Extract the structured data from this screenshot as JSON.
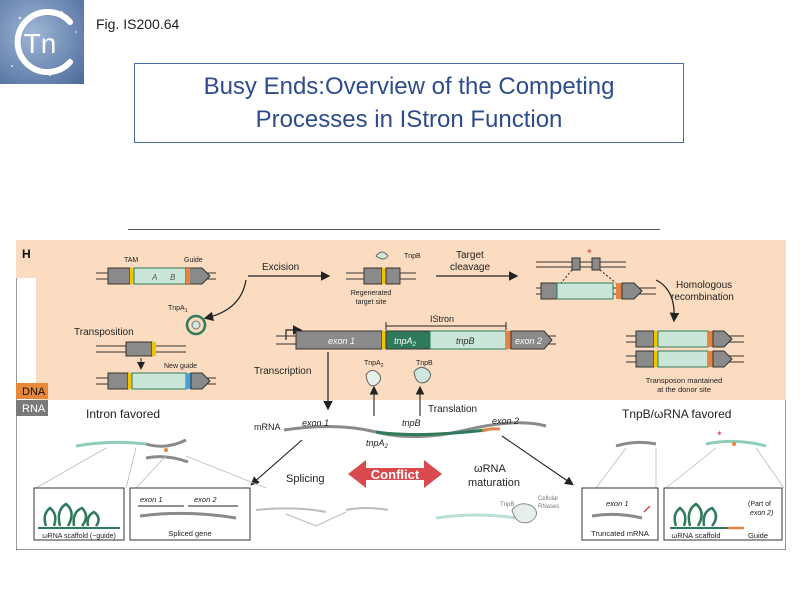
{
  "figure_label": "Fig. IS200.64",
  "logo_text": "Tn",
  "title": "Busy Ends:Overview of the Competing\nProcesses in IStron Function",
  "panel": {
    "letter": "H",
    "dna_tag": "DNA",
    "rna_tag": "RNA",
    "tam": "TAM",
    "guide_top": "Guide",
    "excision": "Excision",
    "tnpb_top": "TnpB",
    "regenerated": "Regenerated\ntarget site",
    "target_cleavage": "Target\ncleavage",
    "homologous": "Homologous\nrecombination",
    "tnpa_top": "TnpA",
    "tnpa_sub": "1",
    "transposition": "Transposition",
    "new_guide": "New guide",
    "istron": "IStron",
    "exon1": "exon 1",
    "tnpa2": "tnpA",
    "tnpa2_sub": "2",
    "tnpb": "tnpB",
    "exon2": "exon 2",
    "a_box": "A",
    "b_box": "B",
    "transcription": "Transcription",
    "tnpa_protein": "TnpA",
    "tnpa_protein_sub": "2",
    "tnpb_protein": "TnpB",
    "transposon_maintained": "Transposon mantained\nat the donor site",
    "intron_favored": "Intron favored",
    "tnpb_favored": "TnpB/ωRNA favored",
    "mrna": "mRNA",
    "m_exon1": "exon 1",
    "m_tnpa": "tnpA",
    "m_tnpa_sub": "2",
    "m_tnpb": "tnpB",
    "m_exon2": "exon 2",
    "translation": "Translation",
    "splicing": "Splicing",
    "conflict": "Conflict",
    "wrna_maturation": "ωRNA\nmaturation",
    "cellular_rnases": "Cellular\nRNases",
    "tnpb_small": "TnpB",
    "box1_caption": "ωRNA scaffold (~guide)",
    "box2_exon1": "exon 1",
    "box2_exon2": "exon 2",
    "box2_caption": "Spliced gene",
    "box3_exon1": "exon 1",
    "box3_caption": "Truncated mRNA",
    "box4_note": "(Part of\nexon 2)",
    "box4_caption": "ωRNA scaffold",
    "box4_guide": "Guide"
  },
  "colors": {
    "title_text": "#2e4c8c",
    "title_border": "#4a6ea8",
    "dna_band": "#fbdcc0",
    "rna_band": "#ffffff",
    "dna_tag": "#e8893a",
    "rna_tag": "#7a7a7a",
    "conflict": "#d94a4f",
    "exon": "#8a8a8a",
    "istron_green": "#2f7a5a",
    "istron_light": "#c9e6d8",
    "orange_end": "#e08545",
    "yellow_tam": "#f2c400"
  }
}
